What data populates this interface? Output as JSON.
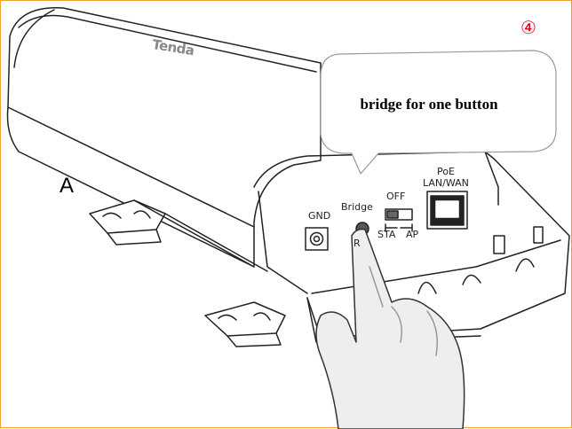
{
  "step_marker": "④",
  "view_label": "A",
  "brand": "Tenda",
  "callout": {
    "text": "bridge for one button"
  },
  "port_labels": {
    "gnd": "GND",
    "bridge": "Bridge",
    "reset": "R",
    "off": "OFF",
    "sta": "STA",
    "ap": "AP",
    "poe": "PoE",
    "lan_wan": "LAN/WAN"
  },
  "colors": {
    "frame_border": "#f0a030",
    "step_marker": "#e8001c",
    "line": "#222222",
    "hand_fill": "#eeeeee"
  }
}
